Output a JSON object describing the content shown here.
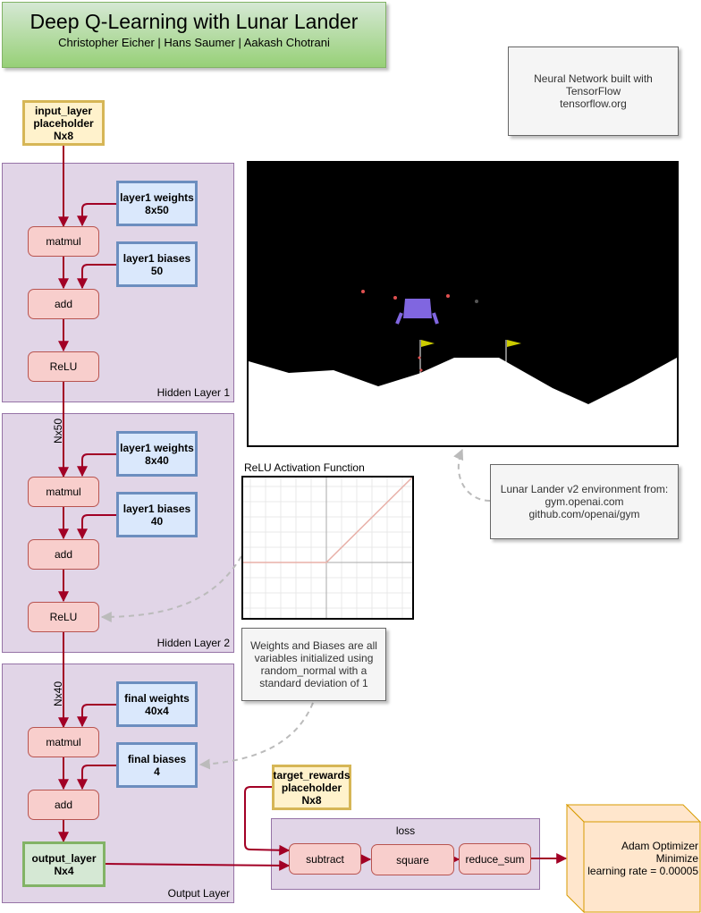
{
  "header": {
    "title": "Deep Q-Learning with Lunar Lander",
    "authors": "Christopher Eicher | Hans Saumer | Aakash Chotrani"
  },
  "notes": {
    "tensorflow": [
      "Neural Network built with",
      "TensorFlow",
      "tensorflow.org"
    ],
    "lunar": [
      "Lunar Lander v2 environment from:",
      "gym.openai.com",
      "github.com/openai/gym"
    ],
    "weights": [
      "Weights and Biases are all",
      "variables initialized using",
      "random_normal with a",
      "standard deviation of 1"
    ]
  },
  "input_layer": [
    "input_layer",
    "placeholder",
    "Nx8"
  ],
  "hidden1": {
    "label": "Hidden Layer 1",
    "weights": [
      "layer1 weights",
      "8x50"
    ],
    "biases": [
      "layer1 biases",
      "50"
    ],
    "matmul": "matmul",
    "add": "add",
    "relu": "ReLU"
  },
  "edge1": "Nx50",
  "hidden2": {
    "label": "Hidden Layer 2",
    "weights": [
      "layer1 weights",
      "8x40"
    ],
    "biases": [
      "layer1 biases",
      "40"
    ],
    "matmul": "matmul",
    "add": "add",
    "relu": "ReLU"
  },
  "edge2": "Nx40",
  "output": {
    "label": "Output Layer",
    "weights": [
      "final weights",
      "40x4"
    ],
    "biases": [
      "final biases",
      "4"
    ],
    "matmul": "matmul",
    "add": "add",
    "output_layer": [
      "output_layer",
      "Nx4"
    ]
  },
  "target": [
    "target_rewards",
    "placeholder",
    "Nx8"
  ],
  "loss": {
    "label": "loss",
    "subtract": "subtract",
    "square": "square",
    "reduce_sum": "reduce_sum"
  },
  "optimizer": [
    "Adam Optimizer",
    "Minimize",
    "learning rate = 0.00005"
  ],
  "relu_chart": {
    "title": "ReLU Activation Function"
  },
  "colors": {
    "arrow": "#a20025",
    "dashed": "#bbbbbb",
    "lander": "#8066e0",
    "flag": "#cccc00"
  }
}
